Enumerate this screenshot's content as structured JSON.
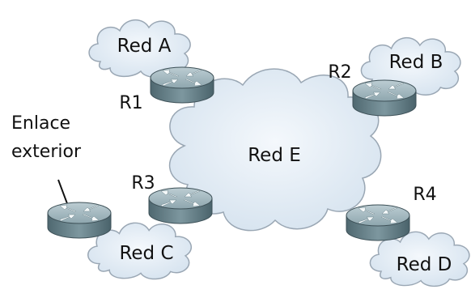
{
  "diagram": {
    "networks": {
      "a": "Red A",
      "b": "Red B",
      "c": "Red C",
      "d": "Red D",
      "e": "Red E"
    },
    "routers": {
      "r1": "R1",
      "r2": "R2",
      "r3": "R3",
      "r4": "R4"
    },
    "external_link": {
      "line1": "Enlace",
      "line2": "exterior"
    },
    "colors": {
      "cloud_fill": "#e3edf6",
      "cloud_stroke": "#9aa7b4",
      "router_top": "#9fb5bd",
      "router_side": "#5e7880",
      "router_arrows": "#f4f8f9"
    },
    "icons": {
      "router": "router-icon",
      "network": "cloud-icon"
    }
  }
}
